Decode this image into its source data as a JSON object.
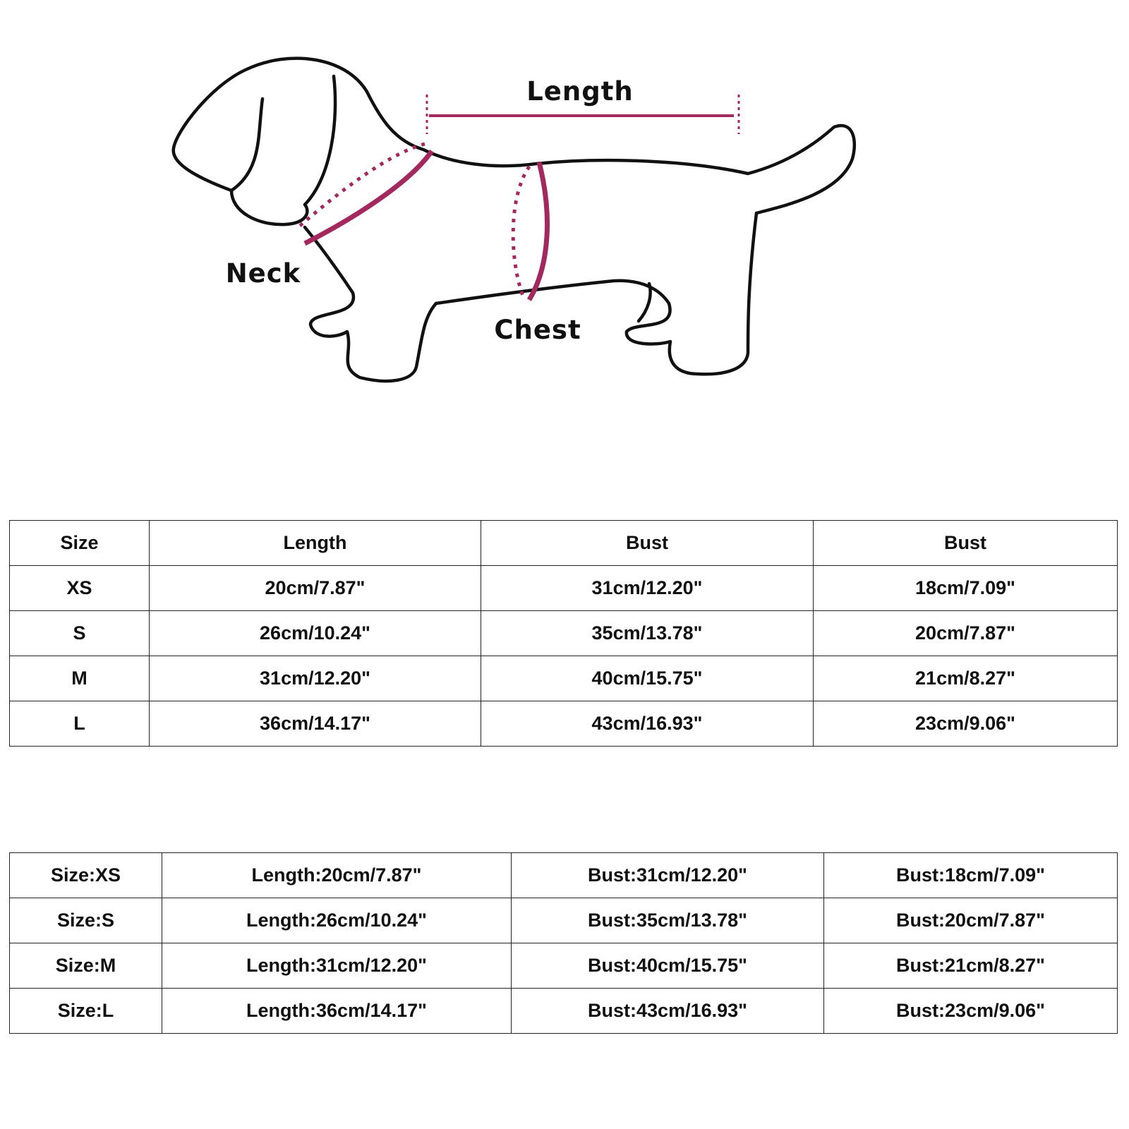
{
  "diagram": {
    "labels": {
      "length": "Length",
      "neck": "Neck",
      "chest": "Chest"
    },
    "outline_color": "#111111",
    "measure_color": "#a3285e"
  },
  "table_1": {
    "header": [
      "Size",
      "Length",
      "Bust",
      "Bust"
    ],
    "rows": [
      [
        "XS",
        "20cm/7.87\"",
        "31cm/12.20\"",
        "18cm/7.09\""
      ],
      [
        "S",
        "26cm/10.24\"",
        "35cm/13.78\"",
        "20cm/7.87\""
      ],
      [
        "M",
        "31cm/12.20\"",
        "40cm/15.75\"",
        "21cm/8.27\""
      ],
      [
        "L",
        "36cm/14.17\"",
        "43cm/16.93\"",
        "23cm/9.06\""
      ]
    ]
  },
  "table_2": {
    "rows": [
      [
        "Size:XS",
        "Length:20cm/7.87\"",
        "Bust:31cm/12.20\"",
        "Bust:18cm/7.09\""
      ],
      [
        "Size:S",
        "Length:26cm/10.24\"",
        "Bust:35cm/13.78\"",
        "Bust:20cm/7.87\""
      ],
      [
        "Size:M",
        "Length:31cm/12.20\"",
        "Bust:40cm/15.75\"",
        "Bust:21cm/8.27\""
      ],
      [
        "Size:L",
        "Length:36cm/14.17\"",
        "Bust:43cm/16.93\"",
        "Bust:23cm/9.06\""
      ]
    ]
  }
}
